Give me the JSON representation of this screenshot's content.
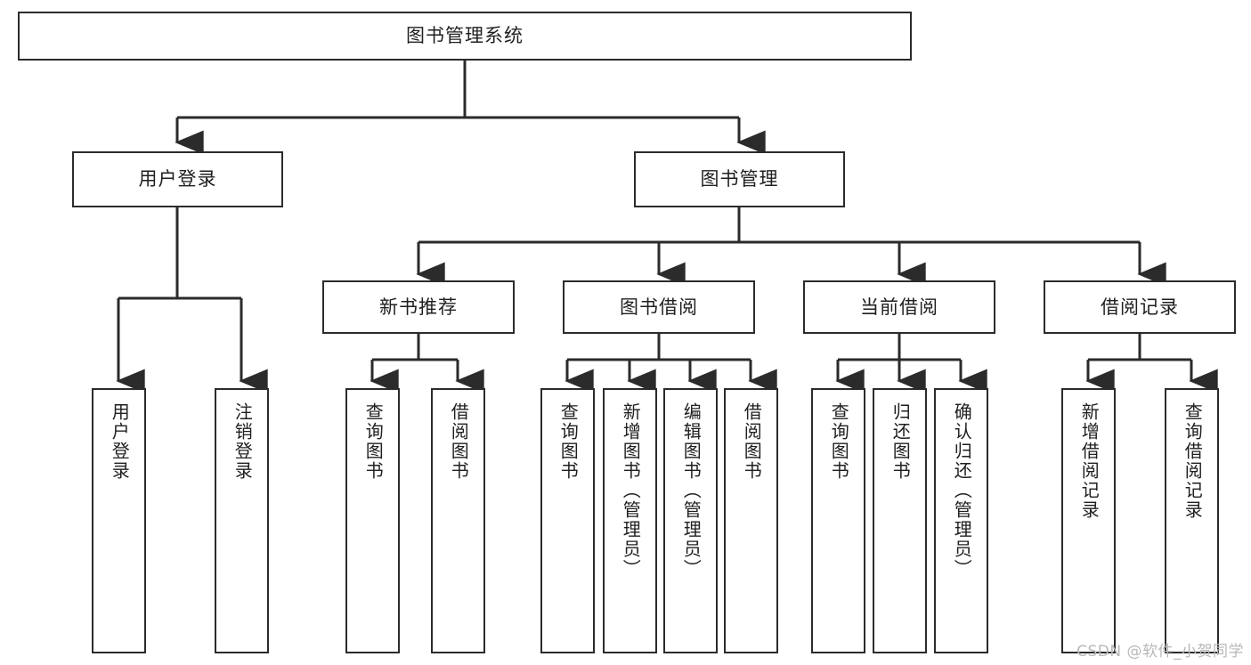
{
  "diagram": {
    "title": "图书管理系统",
    "watermark": "CSDN @软件_小贺同学",
    "line_color": "#2b2b2b",
    "box_fill": "#ffffff",
    "root": {
      "label": "图书管理系统"
    },
    "level2": [
      {
        "label": "用户登录"
      },
      {
        "label": "图书管理"
      }
    ],
    "level3": [
      {
        "label": "新书推荐"
      },
      {
        "label": "图书借阅"
      },
      {
        "label": "当前借阅"
      },
      {
        "label": "借阅记录"
      }
    ],
    "leaves": {
      "user_login": [
        {
          "label": "用户登录"
        },
        {
          "label": "注销登录"
        }
      ],
      "new_book": [
        {
          "label": "查询图书"
        },
        {
          "label": "借阅图书"
        }
      ],
      "book_borrow": [
        {
          "label": "查询图书"
        },
        {
          "label": "新增图书（管理员）"
        },
        {
          "label": "编辑图书（管理员）"
        },
        {
          "label": "借阅图书"
        }
      ],
      "current_borrow": [
        {
          "label": "查询图书"
        },
        {
          "label": "归还图书"
        },
        {
          "label": "确认归还（管理员）"
        }
      ],
      "borrow_record": [
        {
          "label": "新增借阅记录"
        },
        {
          "label": "查询借阅记录"
        }
      ]
    }
  }
}
